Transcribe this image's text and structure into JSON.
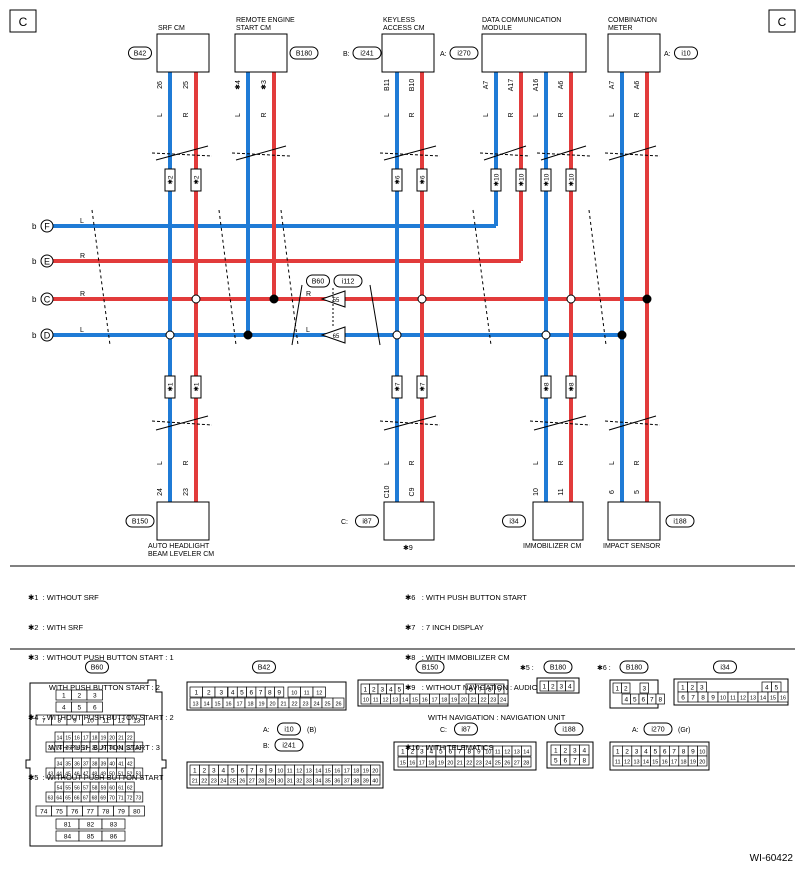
{
  "page": {
    "corner_left": "C",
    "corner_right": "C",
    "figure_code": "WI-60422"
  },
  "colors": {
    "blue": "#1f7bd6",
    "red": "#e23b3b",
    "line": "#000000"
  },
  "top_modules": {
    "srf": {
      "name": "SRF CM",
      "conn": "B42",
      "pins": [
        "26",
        "25"
      ],
      "wires": [
        "L",
        "R"
      ],
      "marks": [
        "✱2",
        "✱2"
      ]
    },
    "remote": {
      "name": "REMOTE ENGINE\nSTART CM",
      "conn": "B180",
      "pins": [
        "✱4",
        "✱3"
      ],
      "wires": [
        "L",
        "R"
      ]
    },
    "keyless": {
      "name": "KEYLESS\nACCESS CM",
      "conn_prefix": "B:",
      "conn": "i241",
      "pins": [
        "B11",
        "B10"
      ],
      "wires": [
        "L",
        "R"
      ],
      "marks": [
        "✱6",
        "✱6"
      ]
    },
    "dcm": {
      "name": "DATA COMMUNICATION\nMODULE",
      "conn_prefix": "A:",
      "conn": "i270",
      "pins": [
        "A7",
        "A17",
        "A16",
        "A6"
      ],
      "wires": [
        "L",
        "R",
        "L",
        "R"
      ],
      "marks": [
        "✱10",
        "✱10",
        "✱10",
        "✱10"
      ]
    },
    "meter": {
      "name": "COMBINATION\nMETER",
      "conn_prefix": "A:",
      "conn": "i10",
      "pins": [
        "A7",
        "A6"
      ],
      "wires": [
        "L",
        "R"
      ]
    }
  },
  "bus_lines": [
    {
      "id": "F",
      "prefix": "b",
      "wire": "L"
    },
    {
      "id": "E",
      "prefix": "b",
      "wire": "R"
    },
    {
      "id": "C",
      "prefix": "b",
      "wire": "R"
    },
    {
      "id": "D",
      "prefix": "b",
      "wire": "L"
    }
  ],
  "joint_connectors": {
    "left": "B60",
    "right": "i112",
    "pin_upper": "55",
    "pin_lower": "65",
    "wire_upper": "R",
    "wire_lower": "L"
  },
  "bottom_modules": {
    "headlight": {
      "name": "AUTO HEADLIGHT\nBEAM LEVELER CM",
      "conn": "B150",
      "pins": [
        "24",
        "23"
      ],
      "wires": [
        "L",
        "R"
      ],
      "marks": [
        "✱1",
        "✱1"
      ]
    },
    "c_i87": {
      "conn_prefix": "C:",
      "conn": "i87",
      "pins": [
        "C10",
        "C9"
      ],
      "wires": [
        "L",
        "R"
      ],
      "marks": [
        "✱7",
        "✱7"
      ],
      "footnote": "✱9"
    },
    "immobilizer": {
      "name": "IMMOBILIZER CM",
      "conn": "i34",
      "pins": [
        "10",
        "11"
      ],
      "wires": [
        "L",
        "R"
      ],
      "marks": [
        "✱8",
        "✱8"
      ]
    },
    "impact": {
      "name": "IMPACT SENSOR",
      "conn": "i188",
      "pins": [
        "6",
        "5"
      ],
      "wires": [
        "L",
        "R"
      ]
    }
  },
  "notes_left": [
    "✱1  : WITHOUT SRF",
    "✱2  : WITH SRF",
    "✱3  : WITHOUT PUSH BUTTON START : 1",
    "          WITH PUSH BUTTON START : 2",
    "✱4  : WITHOUT PUSH BUTTON START : 2",
    "          WITH PUSH BUTTON START : 3",
    "✱5  : WITHOUT PUSH BUTTON START"
  ],
  "notes_right": [
    "✱6   : WITH PUSH BUTTON START",
    "✱7   : 7 INCH DISPLAY",
    "✱8   : WITH IMMOBILIZER CM",
    "✱9   : WITHOUT NAVIGATION : AUDIO",
    "           WITH NAVIGATION : NAVIGATION UNIT",
    "✱10 : WITH TELEMATICS"
  ],
  "connector_views": {
    "b60": {
      "label": "B60",
      "rows": [
        [
          "1",
          "2",
          "3"
        ],
        [
          "4",
          "5",
          "6"
        ],
        [
          "7",
          "8",
          "9",
          "10",
          "11",
          "12",
          "13"
        ],
        [
          "14",
          "15",
          "16",
          "17",
          "18",
          "19",
          "20",
          "21",
          "22"
        ],
        [
          "23",
          "24",
          "25",
          "26",
          "27",
          "28",
          "29",
          "30",
          "31",
          "32",
          "33"
        ],
        [
          "34",
          "35",
          "36",
          "37",
          "38",
          "39",
          "40",
          "41",
          "42"
        ],
        [
          "43",
          "44",
          "45",
          "46",
          "47",
          "48",
          "49",
          "50",
          "51",
          "52",
          "53"
        ],
        [
          "54",
          "55",
          "56",
          "57",
          "58",
          "59",
          "60",
          "61",
          "62"
        ],
        [
          "63",
          "64",
          "65",
          "66",
          "67",
          "68",
          "69",
          "70",
          "71",
          "72",
          "73"
        ],
        [
          "74",
          "75",
          "76",
          "77",
          "78",
          "79",
          "80"
        ],
        [
          "81",
          "82",
          "83"
        ],
        [
          "84",
          "85",
          "86"
        ]
      ]
    },
    "b42": {
      "label": "B42",
      "rows": [
        [
          "1",
          "2",
          "3",
          "4",
          "5",
          "6",
          "7",
          "8",
          "9",
          "10",
          "11",
          "12"
        ],
        [
          "13",
          "14",
          "15",
          "16",
          "17",
          "18",
          "19",
          "20",
          "21",
          "22",
          "23",
          "24",
          "25",
          "26"
        ]
      ]
    },
    "b150": {
      "label": "B150",
      "rows": [
        [
          "1",
          "2",
          "3",
          "4",
          "5",
          "6",
          "7",
          "8",
          "9"
        ],
        [
          "10",
          "11",
          "12",
          "13",
          "14",
          "15",
          "16",
          "17",
          "18",
          "19",
          "20",
          "21",
          "22",
          "23",
          "24"
        ]
      ]
    },
    "b180a": {
      "prefix": "✱5 :",
      "label": "B180",
      "rows": [
        [
          "1",
          "2",
          "3",
          "4"
        ]
      ]
    },
    "b180b": {
      "prefix": "✱6 :",
      "label": "B180",
      "rows": [
        [
          "1",
          "2"
        ],
        [
          "4",
          "5",
          "6",
          "7",
          "8"
        ],
        [
          "3"
        ]
      ]
    },
    "i34": {
      "label": "i34",
      "rows": [
        [
          "1",
          "2",
          "3",
          "4",
          "5"
        ],
        [
          "6",
          "7",
          "8",
          "9",
          "10",
          "11",
          "12",
          "13",
          "14",
          "15",
          "16"
        ]
      ]
    },
    "i10": {
      "prefix": "A:",
      "label": "i10",
      "suffix": "(B)",
      "prefix2": "B:",
      "label2": "i241",
      "rows": [
        [
          "1",
          "2",
          "3",
          "4",
          "5",
          "6",
          "7",
          "8",
          "9",
          "10",
          "11",
          "12",
          "13",
          "14",
          "15",
          "16",
          "17",
          "18",
          "19",
          "20"
        ],
        [
          "21",
          "22",
          "23",
          "24",
          "25",
          "26",
          "27",
          "28",
          "29",
          "30",
          "31",
          "32",
          "33",
          "34",
          "35",
          "36",
          "37",
          "38",
          "39",
          "40"
        ]
      ]
    },
    "i87": {
      "prefix": "C:",
      "label": "i87",
      "rows": [
        [
          "1",
          "2",
          "3",
          "4",
          "5",
          "6",
          "7",
          "8",
          "9",
          "10",
          "11",
          "12",
          "13",
          "14"
        ],
        [
          "15",
          "16",
          "17",
          "18",
          "19",
          "20",
          "21",
          "22",
          "23",
          "24",
          "25",
          "26",
          "27",
          "28"
        ]
      ]
    },
    "i188": {
      "label": "i188",
      "rows": [
        [
          "1",
          "2",
          "3",
          "4"
        ],
        [
          "5",
          "6",
          "7",
          "8"
        ]
      ]
    },
    "i270": {
      "prefix": "A:",
      "label": "i270",
      "suffix": "(Gr)",
      "rows": [
        [
          "1",
          "2",
          "3",
          "4",
          "5",
          "6",
          "7",
          "8",
          "9",
          "10"
        ],
        [
          "11",
          "12",
          "13",
          "14",
          "15",
          "16",
          "17",
          "18",
          "19",
          "20"
        ]
      ]
    }
  }
}
